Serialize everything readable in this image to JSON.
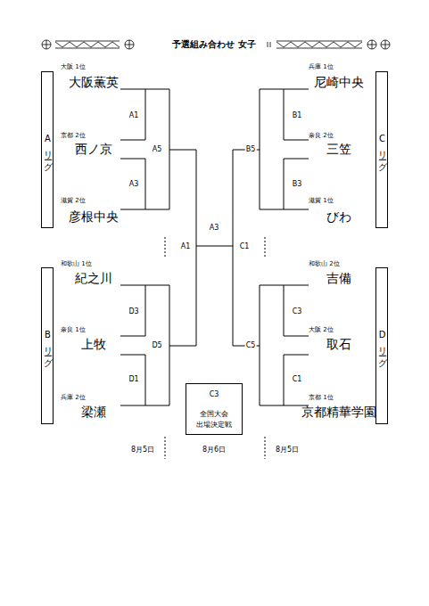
{
  "diagram": {
    "title": "予選組み合わせ 女子",
    "nodes": [
      {
        "text": [
          "Aリーグ"
        ]
      },
      {
        "text": [
          "Cリーグ"
        ]
      },
      {
        "text": [
          "Bリーグ"
        ]
      },
      {
        "text": [
          "Dリーグ"
        ]
      },
      {
        "text": [
          "C3",
          "全国大会 出場決定戦"
        ]
      }
    ],
    "labels": [
      "大阪 1位",
      "大阪薫英",
      "A1",
      "京都 2位",
      "西ノ京",
      "A5",
      "A3",
      "滋賀 2位",
      "彦根中央",
      "兵庫 1位",
      "尼崎中央",
      "B1",
      "奈良 2位",
      "三笠",
      "B5",
      "B3",
      "滋賀 1位",
      "びわ",
      "A3",
      "A1",
      "C1",
      "和歌山 1位",
      "紀之川",
      "D3",
      "奈良 1位",
      "上牧",
      "D5",
      "D1",
      "兵庫 2位",
      "梁瀬",
      "和歌山 2位",
      "吉備",
      "C3",
      "大阪 2位",
      "取石",
      "C5",
      "C1",
      "京都 1位",
      "京都精華学園",
      "8月5日",
      "8月6日",
      "8月5日"
    ]
  }
}
